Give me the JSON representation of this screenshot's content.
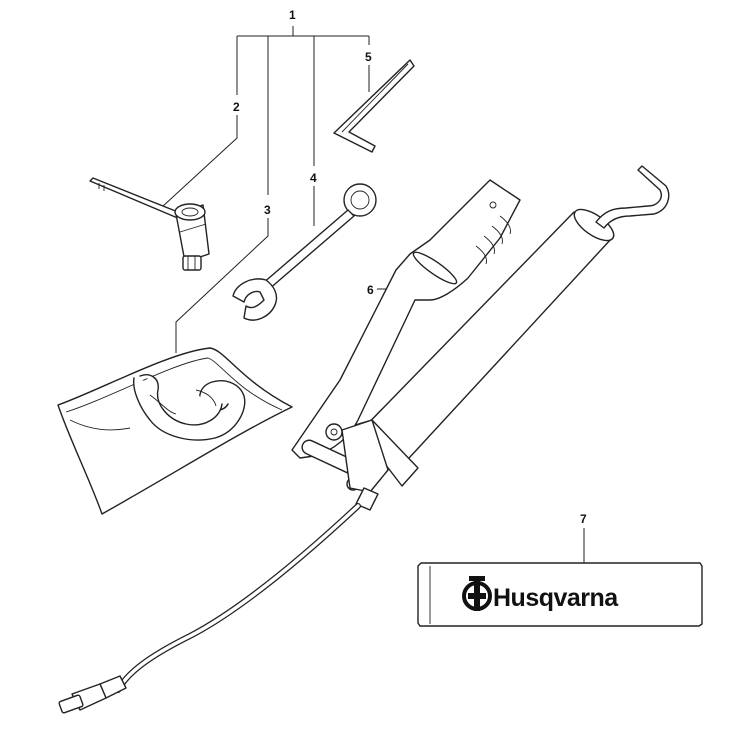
{
  "callouts": {
    "c1": "1",
    "c2": "2",
    "c3": "3",
    "c4": "4",
    "c5": "5",
    "c6": "6",
    "c7": "7"
  },
  "decal": {
    "brand_text": "Husqvarna",
    "logo_icon": "husqvarna-crown-logo-icon"
  },
  "colors": {
    "ink": "#222222",
    "background": "#ffffff"
  }
}
